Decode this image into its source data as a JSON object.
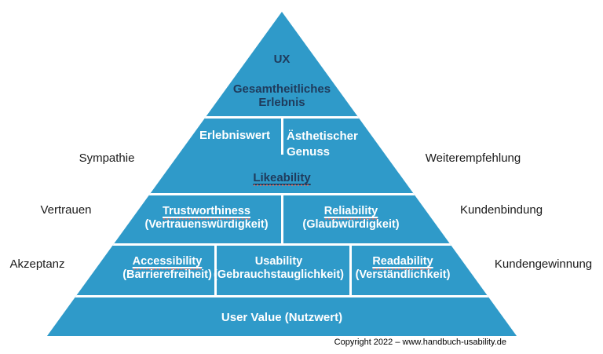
{
  "title": "UX pyramid diagram",
  "colors": {
    "pyramid_blue": "#2F9AC9",
    "dark_text": "#1F3B5C",
    "divider_white": "#FFFFFF",
    "side_label_text": "#1A1A1A",
    "spellcheck_red": "#C9706B"
  },
  "pyramid": {
    "apex": "UX",
    "holistic_experience": "Gesamtheitliches Erlebnis",
    "experience_value": "Erlebniswert",
    "aesthetic_pleasure": "Ästhetischer Genuss",
    "likeability": "Likeability",
    "trustworthiness": {
      "term": "Trustworthiness",
      "sub": "(Vertrauenswürdigkeit)"
    },
    "reliability": {
      "term": "Reliability",
      "sub": "(Glaubwürdigkeit)"
    },
    "accessibility": {
      "term": "Accessibility",
      "sub": "(Barrierefreiheit)"
    },
    "usability": {
      "term": "Usability",
      "sub": "(Gebrauchstauglichkeit)"
    },
    "readability": {
      "term": "Readability",
      "sub": "(Verständlichkeit)"
    },
    "user_value": "User Value (Nutzwert)"
  },
  "side_labels": {
    "left": [
      "Sympathie",
      "Vertrauen",
      "Akzeptanz"
    ],
    "right": [
      "Weiterempfehlung",
      "Kundenbindung",
      "Kundengewinnung"
    ]
  },
  "footer": {
    "copyright": "Copyright 2022 – www.handbuch-usability.de"
  }
}
